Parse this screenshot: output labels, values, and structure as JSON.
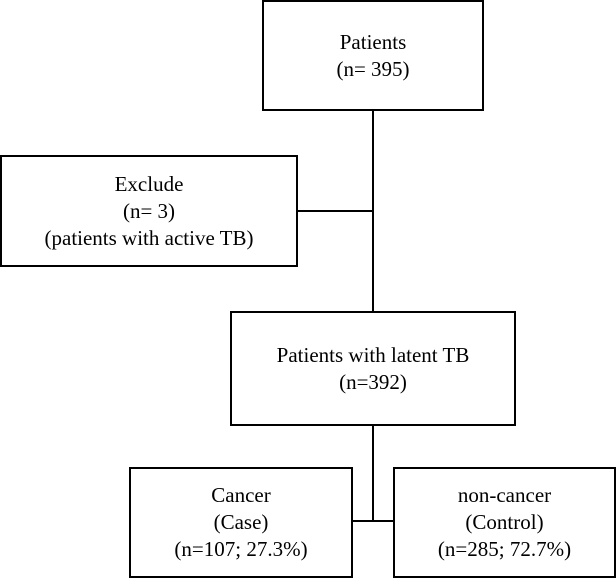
{
  "boxes": {
    "patients": {
      "line1": "Patients",
      "line2": "(n= 395)"
    },
    "exclude": {
      "line1": "Exclude",
      "line2": "(n= 3)",
      "line3": "(patients with active TB)"
    },
    "latent": {
      "line1": "Patients with latent TB",
      "line2": "(n=392)"
    },
    "cancer": {
      "line1": "Cancer",
      "line2": "(Case)",
      "line3": "(n=107; 27.3%)"
    },
    "noncancer": {
      "line1": "non-cancer",
      "line2": "(Control)",
      "line3": "(n=285; 72.7%)"
    }
  }
}
